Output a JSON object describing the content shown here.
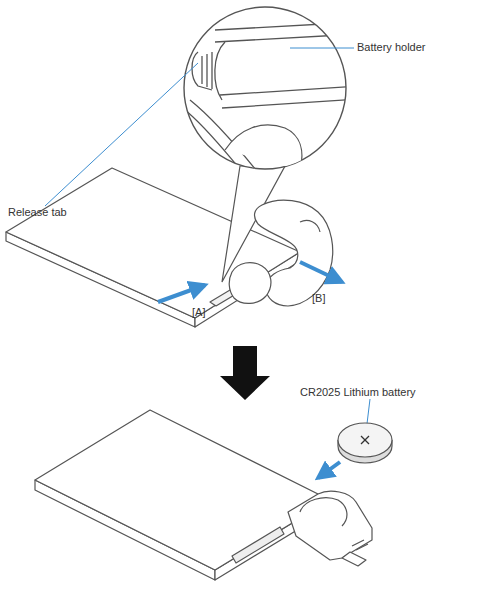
{
  "diagram": {
    "labels": [
      "Battery holder",
      "Release tab",
      "[A]",
      "[B]",
      "CR2025 Lithium battery"
    ]
  }
}
